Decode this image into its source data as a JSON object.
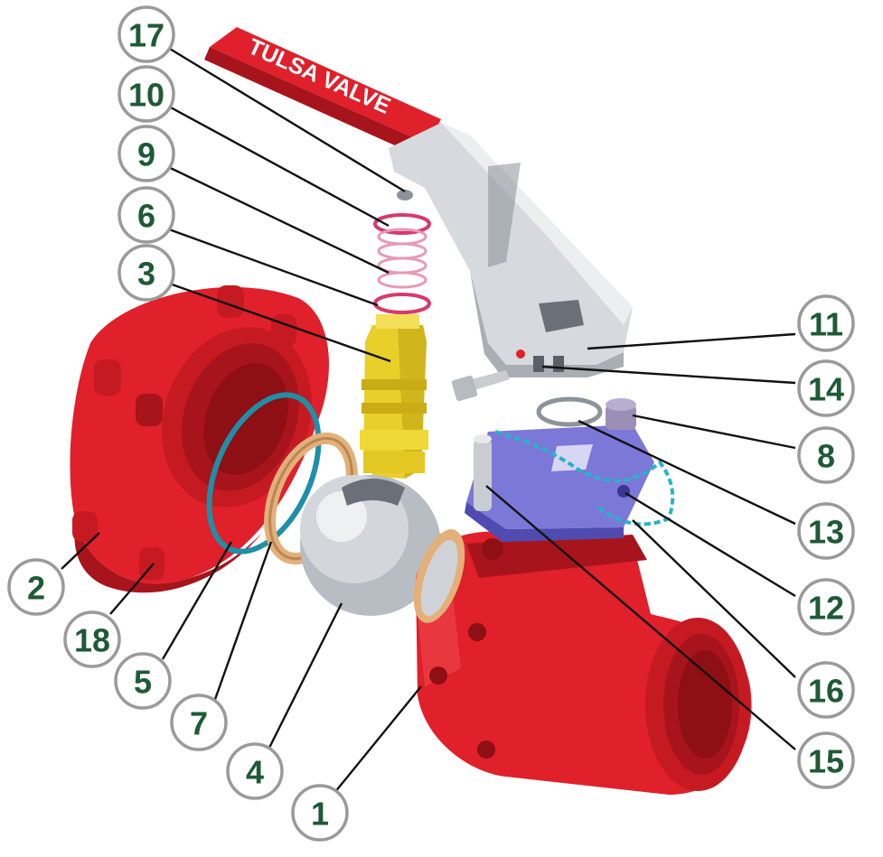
{
  "diagram": {
    "handle_text": "TULSA VALVE",
    "callouts": [
      {
        "label": "17"
      },
      {
        "label": "10"
      },
      {
        "label": "9"
      },
      {
        "label": "6"
      },
      {
        "label": "3"
      },
      {
        "label": "11"
      },
      {
        "label": "14"
      },
      {
        "label": "8"
      },
      {
        "label": "13"
      },
      {
        "label": "12"
      },
      {
        "label": "16"
      },
      {
        "label": "15"
      },
      {
        "label": "2"
      },
      {
        "label": "18"
      },
      {
        "label": "5"
      },
      {
        "label": "7"
      },
      {
        "label": "4"
      },
      {
        "label": "1"
      }
    ],
    "colors": {
      "callout_text": "#1e5a36",
      "body_red": "#e0202a",
      "stem_brass": "#e8cf2a",
      "handle_red": "#e0202a",
      "handle_steel": "#d6d9de",
      "plate_purple": "#7c78d8",
      "chain_cyan": "#27b3c9",
      "seal_teal": "#1f8fa8",
      "seat_tan": "#e3b07a",
      "spring_pink": "#d63a6a"
    },
    "icons": [
      "exploded-valve-drawing"
    ]
  }
}
